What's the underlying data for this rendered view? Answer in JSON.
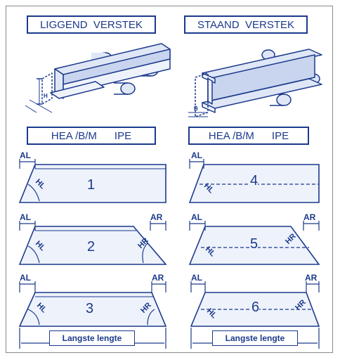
{
  "titles": {
    "left": "LIGGEND  VERSTEK",
    "right": "STAAND  VERSTEK"
  },
  "profiles": {
    "left": "HEA /B/M      IPE",
    "right": "HEA /B/M      IPE"
  },
  "dims": {
    "H": "H",
    "B": "B"
  },
  "labels": {
    "AL": "AL",
    "AR": "AR",
    "HL": "HL",
    "HR": "HR"
  },
  "numbers": [
    "1",
    "2",
    "3",
    "4",
    "5",
    "6"
  ],
  "length_label": "Langste lengte",
  "colors": {
    "line": "#1c3a8c",
    "fill": "#eef2fb",
    "beam": "#dfe7f6"
  }
}
